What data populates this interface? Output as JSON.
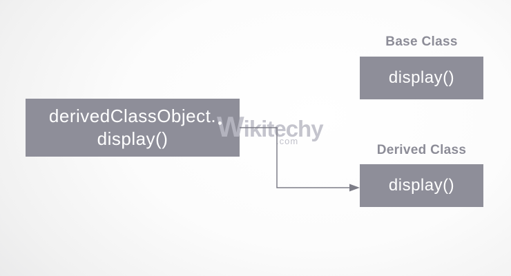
{
  "caller_box": {
    "line1": "derivedClassObject.",
    "line2": "display()"
  },
  "base": {
    "label": "Base Class",
    "method": "display()"
  },
  "derived": {
    "label": "Derived Class",
    "method": "display()"
  },
  "watermark": {
    "brand_initial": "W",
    "brand_rest": "ikitechy",
    "suffix": ".com"
  },
  "colors": {
    "box_fill": "#8e8e99",
    "box_text": "#ffffff",
    "class_label_text": "#8c8c97",
    "arrow": "#7d7d87",
    "watermark": "#babac4",
    "background_center": "#ffffff",
    "background_edge": "#e7e7e8"
  }
}
